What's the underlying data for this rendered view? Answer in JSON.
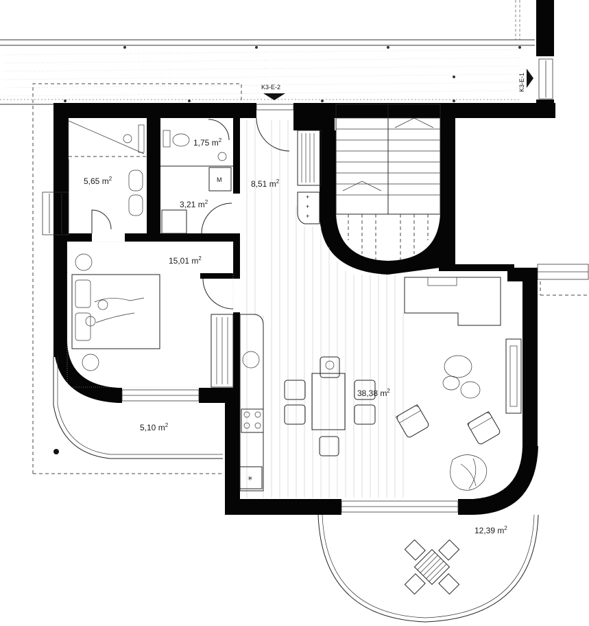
{
  "markers": {
    "section_top": "K3-E-2",
    "section_right": "K3-E-1"
  },
  "appliance_labels": {
    "washer": "M"
  },
  "rooms": [
    {
      "id": "wc",
      "area": "1,75 m",
      "sup": "2"
    },
    {
      "id": "bathroom",
      "area": "5,65 m",
      "sup": "2"
    },
    {
      "id": "utility",
      "area": "3,21 m",
      "sup": "2"
    },
    {
      "id": "hall",
      "area": "8,51 m",
      "sup": "2"
    },
    {
      "id": "bedroom",
      "area": "15,01 m",
      "sup": "2"
    },
    {
      "id": "living",
      "area": "38,38 m",
      "sup": "2"
    },
    {
      "id": "balcony",
      "area": "5,10 m",
      "sup": "2"
    },
    {
      "id": "terrace",
      "area": "12,39 m",
      "sup": "2"
    }
  ],
  "colors": {
    "wall": "#050505",
    "line": "#222222",
    "background": "#ffffff"
  }
}
